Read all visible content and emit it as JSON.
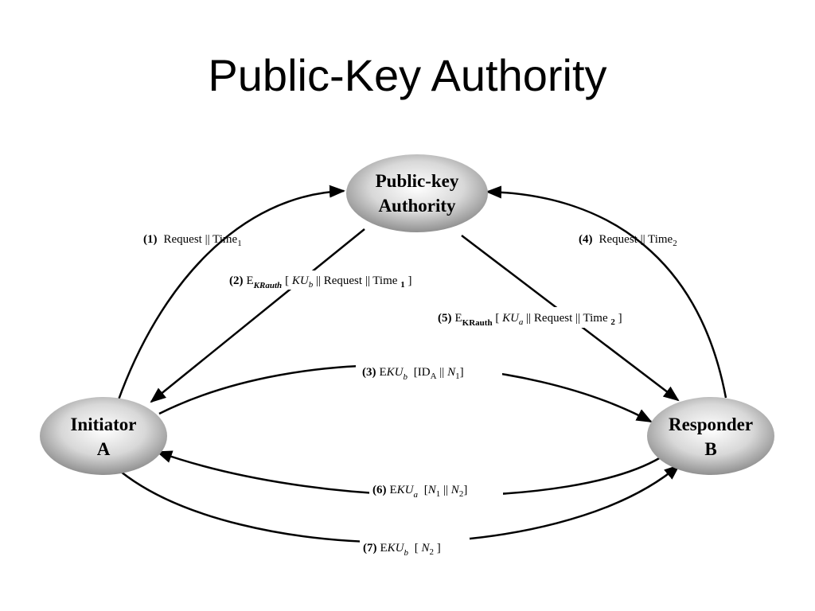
{
  "slide": {
    "title": "Public-Key Authority"
  },
  "nodes": {
    "authority": {
      "line1": "Public-key",
      "line2": "Authority"
    },
    "initiator": {
      "line1": "Initiator",
      "line2": "A"
    },
    "responder": {
      "line1": "Responder",
      "line2": "B"
    }
  },
  "messages": {
    "m1": {
      "num": "(1)",
      "text": "Request || Time",
      "sub": "1"
    },
    "m2": {
      "num": "(2)",
      "e": "E",
      "key": "KRauth",
      "body1": "[ ",
      "ku": "KU",
      "ku_sub": "b",
      "body2": " || Request || Time ",
      "sub": "1",
      "end": " ]"
    },
    "m3": {
      "num": "(3)",
      "e": "E",
      "ku": "KU",
      "ku_sub": "b",
      "body1": " [ID",
      "id_sub": "A",
      "body2": " || ",
      "n": "N",
      "n_sub": "1",
      "end": "]"
    },
    "m4": {
      "num": "(4)",
      "text": "Request || Time",
      "sub": "2"
    },
    "m5": {
      "num": "(5)",
      "e": "E",
      "key": "KRauth",
      "body1": " [ ",
      "ku": "KU",
      "ku_sub": "a",
      "body2": " || Request || Time ",
      "sub": "2",
      "end": " ]"
    },
    "m6": {
      "num": "(6)",
      "e": "E",
      "ku": "KU",
      "ku_sub": "a",
      "body1": " [",
      "n1": "N",
      "n1_sub": "1",
      "mid": " || ",
      "n2": "N",
      "n2_sub": "2",
      "end": "]"
    },
    "m7": {
      "num": "(7)",
      "e": "E",
      "ku": "KU",
      "ku_sub": "b",
      "body1": " [ ",
      "n": "N",
      "n_sub": "2",
      "end": " ]"
    }
  }
}
